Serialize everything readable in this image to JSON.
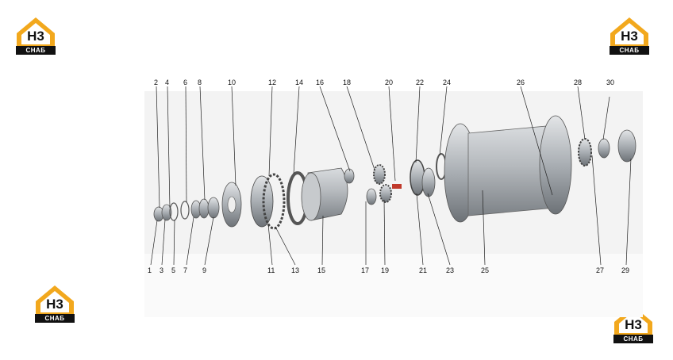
{
  "logo": {
    "main": "H3",
    "sub": "СНАБ"
  },
  "colors": {
    "accent": "#f2a81d",
    "metal": "#9aa0a6",
    "background_panel": "#f3f3f3"
  },
  "callouts_top": [
    "2",
    "4",
    "6",
    "8",
    "10",
    "12",
    "14",
    "16",
    "18",
    "20",
    "22",
    "24",
    "26",
    "28",
    "30"
  ],
  "callouts_bottom": [
    "1",
    "3",
    "5",
    "7",
    "9",
    "11",
    "13",
    "15",
    "17",
    "19",
    "21",
    "23",
    "25",
    "27",
    "29"
  ]
}
